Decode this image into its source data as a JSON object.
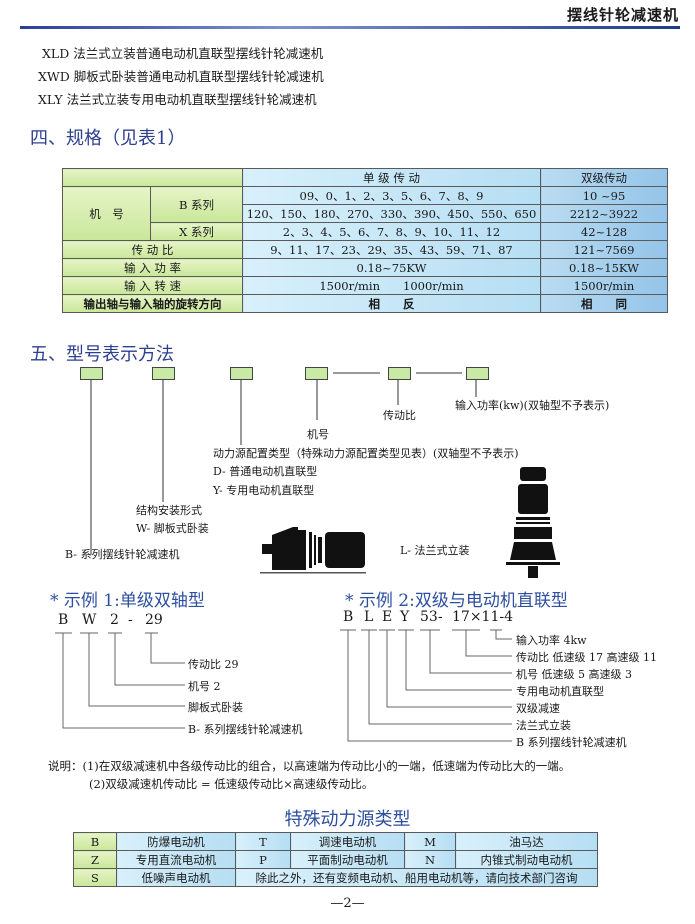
{
  "header": {
    "title": "摆线针轮减速机"
  },
  "intro_lines": [
    "XLD 法兰式立装普通电动机直联型摆线针轮减速机",
    "XWD 脚板式卧装普通电动机直联型摆线针轮减速机",
    "XLY 法兰式立装专用电动机直联型摆线针轮减速机"
  ],
  "section4": {
    "title": "四、规格（见表1）"
  },
  "spec_table": {
    "col_single": "单 级 传 动",
    "col_double": "双级传动",
    "machine_no": "机　号",
    "b_series": "B 系列",
    "x_series": "X 系列",
    "b_row1": {
      "single": "09、0、1、2、3、5、6、7、8、9",
      "double": "10 ~95"
    },
    "b_row2": {
      "single": "120、150、180、270、330、390、450、550、650",
      "double": "2212~3922"
    },
    "x_row": {
      "single": "2、3、4、5、6、7、8、9、10、11、12",
      "double": "42~128"
    },
    "ratio": {
      "label": "传 动 比",
      "single": "9、11、17、23、29、35、43、59、71、87",
      "double": "121~7569"
    },
    "power": {
      "label": "输 入 功 率",
      "single": "0.18~75KW",
      "double": "0.18~15KW"
    },
    "speed": {
      "label": "输 入 转 速",
      "single_a": "1500r/min",
      "single_b": "1000r/min",
      "double": "1500r/min"
    },
    "direction": {
      "label": "输出轴与输入轴的旋转方向",
      "single": "相　　反",
      "double": "相　　同"
    }
  },
  "section5": {
    "title": "五、型号表示方法",
    "input_power": "输入功率(kw)(双轴型不予表示)",
    "ratio": "传动比",
    "machine_no": "机号",
    "power_type": "动力源配置类型（特殊动力源配置类型见表）(双轴型不予表示)",
    "d_type": "D- 普通电动机直联型",
    "y_type": "Y- 专用电动机直联型",
    "mount": "结构安装形式",
    "w_type": "W- 脚板式卧装",
    "b_series": "B- 系列摆线针轮减速机",
    "l_type": "L- 法兰式立装"
  },
  "example1": {
    "title": "* 示例 1:单级双轴型",
    "code": [
      "B",
      "W",
      "2",
      "-",
      "29"
    ],
    "labels": [
      "传动比 29",
      "机号 2",
      "脚板式卧装",
      "B- 系列摆线针轮减速机"
    ]
  },
  "example2": {
    "title": "* 示例 2:双级与电动机直联型",
    "code": [
      "B",
      "L",
      "E",
      "Y",
      "53-",
      "17×11-4"
    ],
    "labels": [
      "输入功率 4kw",
      "传动比  低速级 17 高速级 11",
      "机号  低速级 5 高速级 3",
      "专用电动机直联型",
      "双级减速",
      "法兰式立装",
      "B 系列摆线针轮减速机"
    ]
  },
  "notes": [
    "说明：(1)在双级减速机中各级传动比的组合，以高速端为传动比小的一端，低速端为传动比大的一端。",
    "(2)双级减速机传动比 = 低速级传动比×高速级传动比。"
  ],
  "special": {
    "title": "特殊动力源类型",
    "rows": [
      [
        "B",
        "防爆电动机",
        "T",
        "调速电动机",
        "M",
        "油马达"
      ],
      [
        "Z",
        "专用直流电动机",
        "P",
        "平面制动电动机",
        "N",
        "内锥式制动电动机"
      ]
    ],
    "last": {
      "code": "S",
      "name": "低噪声电动机",
      "note": "除此之外，还有变频电动机、船用电动机等，请向技术部门咨询"
    }
  },
  "page_number": "—2—"
}
